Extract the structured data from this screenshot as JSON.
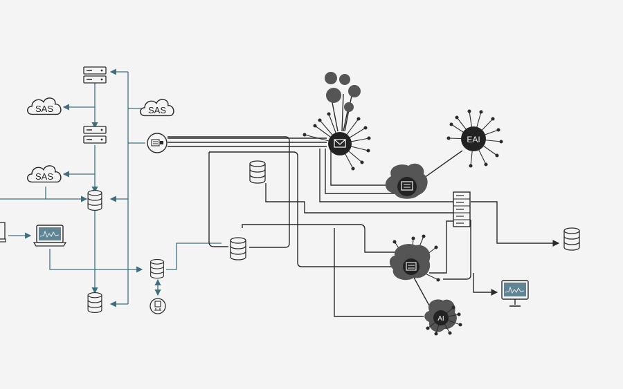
{
  "diagram": {
    "labels": {
      "cloud_top": "SAS",
      "cloud_left_upper": "SAS",
      "cloud_left_lower": "SAS",
      "ai_hub_right": "EAI",
      "ai_hub_bottom": "AI"
    },
    "colors": {
      "background": "#f4f4f4",
      "teal_connector": "#3f6f7f",
      "dark_connector": "#2a2a2a",
      "hub_fill": "#222222",
      "blob_fill": "#555555",
      "screen_fill": "#5f8594"
    }
  }
}
